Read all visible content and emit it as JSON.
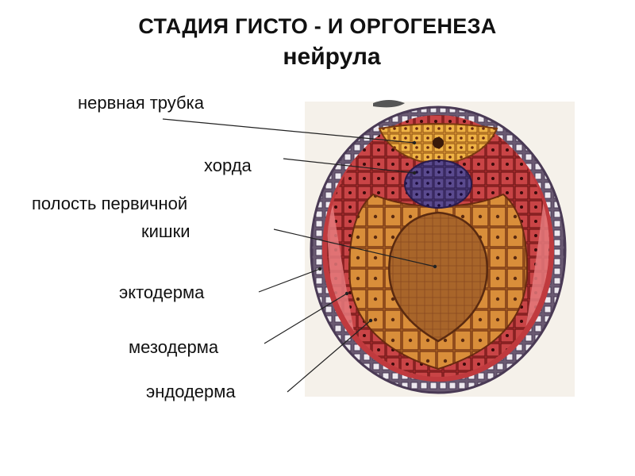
{
  "title": "СТАДИЯ ГИСТО - И ОРГОГЕНЕЗА",
  "subtitle": "нейрула",
  "labels": {
    "neural_tube": "нервная трубка",
    "notochord": "хорда",
    "gut_cavity_line1": "полость первичной",
    "gut_cavity_line2": "кишки",
    "ectoderm": "эктодерма",
    "mesoderm": "мезодерма",
    "endoderm": "эндодерма"
  },
  "colors": {
    "ectoderm_outer": "#6a5a72",
    "ectoderm_cells": "#e8e4ea",
    "mesoderm": "#c23a3c",
    "mesoderm_light": "#e67a7c",
    "endoderm": "#cc7a2e",
    "gut_cavity": "#a8652a",
    "neural_tube": "#e8a63a",
    "notochord": "#4a3a7a",
    "leader_line": "#222222"
  }
}
